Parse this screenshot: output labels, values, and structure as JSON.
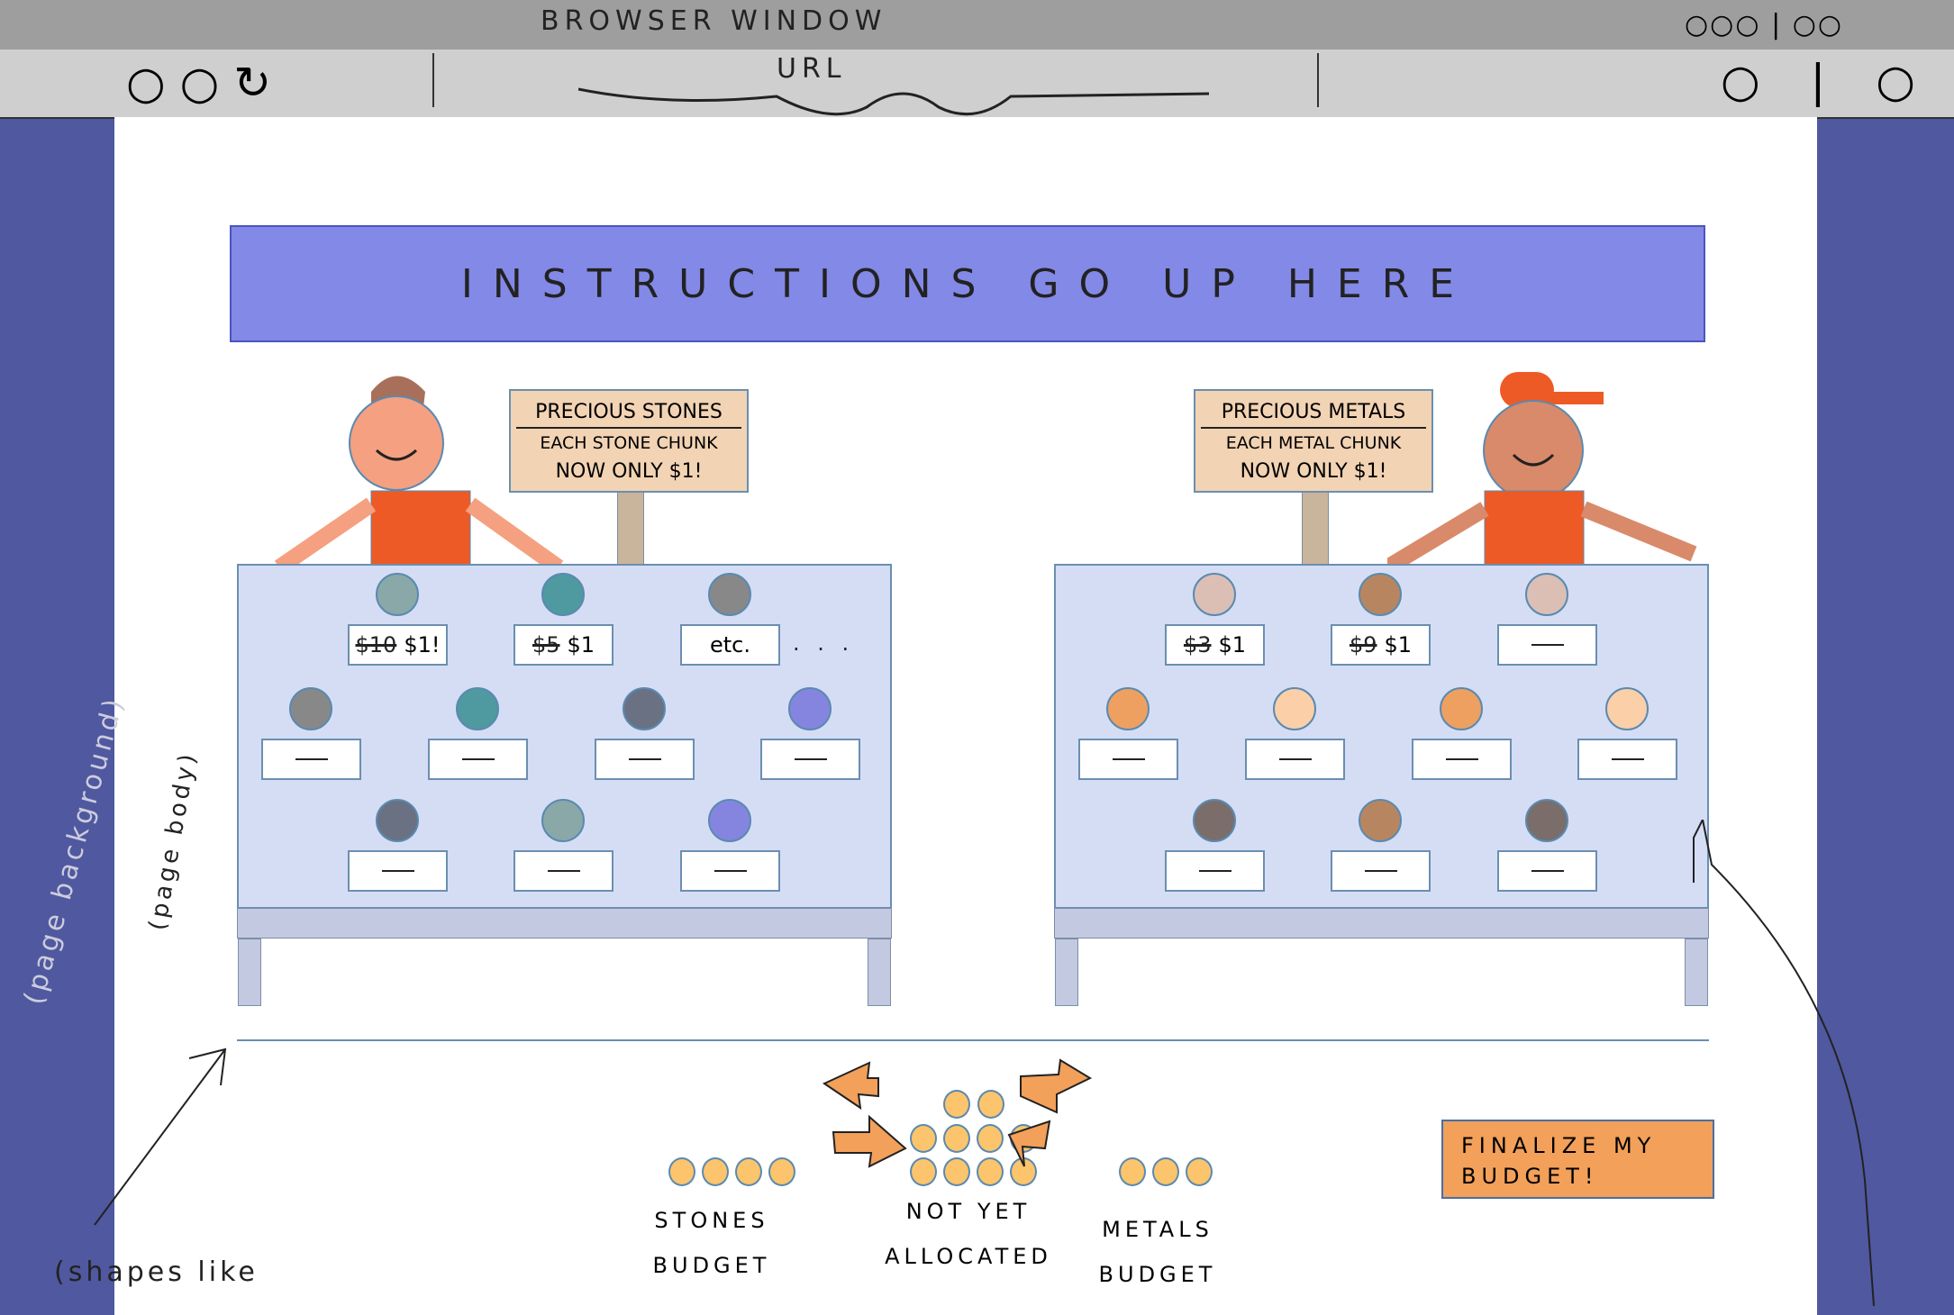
{
  "browser": {
    "title": "BROWSER WINDOW",
    "url": "URL"
  },
  "instructions": "INSTRUCTIONS GO UP HERE",
  "stones_stall": {
    "sign_title": "PRECIOUS STONES",
    "sign_line1": "EACH STONE CHUNK",
    "sign_line2": "NOW ONLY $1!",
    "items": [
      {
        "color": "#8ba8a8",
        "old_price": "$10",
        "price": "$1!"
      },
      {
        "color": "#4e9aa0",
        "old_price": "$5",
        "price": "$1"
      },
      {
        "color": "#888888",
        "old_price": "",
        "price": "etc."
      },
      {
        "color": "#888888",
        "old_price": "",
        "price": ""
      },
      {
        "color": "#4e9aa0",
        "old_price": "",
        "price": ""
      },
      {
        "color": "#6a7183",
        "old_price": "",
        "price": ""
      },
      {
        "color": "#8585e0",
        "old_price": "",
        "price": ""
      },
      {
        "color": "#6a7183",
        "old_price": "",
        "price": ""
      },
      {
        "color": "#8aa8a8",
        "old_price": "",
        "price": ""
      },
      {
        "color": "#8585e0",
        "old_price": "",
        "price": ""
      }
    ],
    "ellipsis": ". . ."
  },
  "metals_stall": {
    "sign_title": "PRECIOUS METALS",
    "sign_line1": "EACH METAL CHUNK",
    "sign_line2": "NOW ONLY $1!",
    "items": [
      {
        "color": "#dbbfb5",
        "old_price": "$3",
        "price": "$1"
      },
      {
        "color": "#b78660",
        "old_price": "$9",
        "price": "$1"
      },
      {
        "color": "#dbbfb5",
        "old_price": "",
        "price": ""
      },
      {
        "color": "#eea060",
        "old_price": "",
        "price": ""
      },
      {
        "color": "#fbcfa8",
        "old_price": "",
        "price": ""
      },
      {
        "color": "#eea060",
        "old_price": "",
        "price": ""
      },
      {
        "color": "#fbcfa8",
        "old_price": "",
        "price": ""
      },
      {
        "color": "#7b6d6a",
        "old_price": "",
        "price": ""
      },
      {
        "color": "#b78660",
        "old_price": "",
        "price": ""
      },
      {
        "color": "#7b6d6a",
        "old_price": "",
        "price": ""
      }
    ]
  },
  "budget": {
    "stones": {
      "label1": "STONES",
      "label2": "BUDGET",
      "coins": 4
    },
    "unallocated": {
      "label1": "NOT YET",
      "label2": "ALLOCATED",
      "coins": 10
    },
    "metals": {
      "label1": "METALS",
      "label2": "BUDGET",
      "coins": 3
    },
    "coin_color": "#fcc46c",
    "arrow_color": "#f2a05a"
  },
  "finalize_button": "FINALIZE MY BUDGET!",
  "annotations": {
    "page_background": "(page background)",
    "page_body": "(page body)",
    "shapes": "(shapes like"
  }
}
